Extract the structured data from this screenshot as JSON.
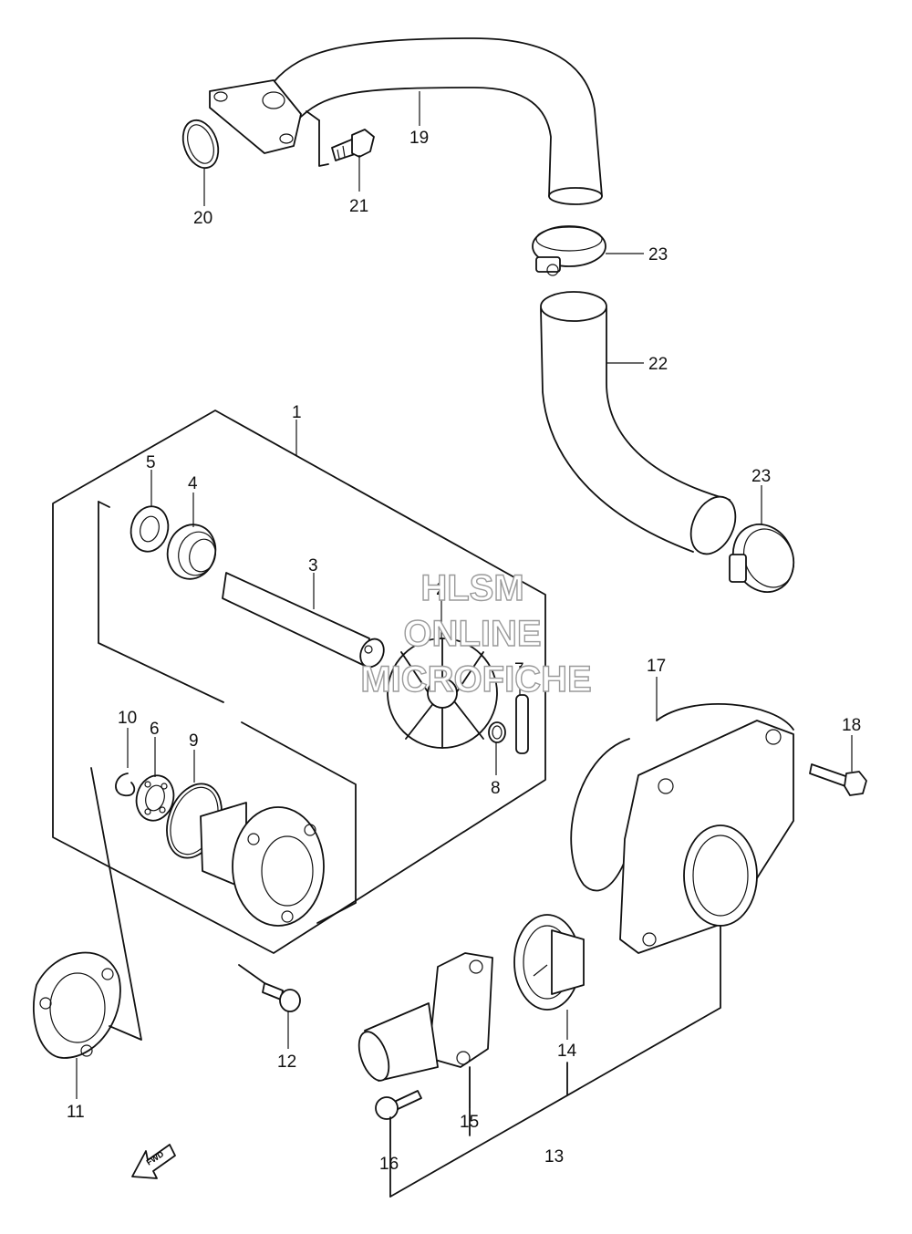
{
  "diagram": {
    "callouts": {
      "p1": "1",
      "p2": "2",
      "p3": "3",
      "p4": "4",
      "p5": "5",
      "p6": "6",
      "p7": "7",
      "p8": "8",
      "p9": "9",
      "p10": "10",
      "p11": "11",
      "p12": "12",
      "p13": "13",
      "p14": "14",
      "p15": "15",
      "p16": "16",
      "p17": "17",
      "p18": "18",
      "p19": "19",
      "p20": "20",
      "p21": "21",
      "p22": "22",
      "p23a": "23",
      "p23b": "23"
    },
    "fwd_label": "FWD"
  },
  "watermark": {
    "line1": "HLSM",
    "line2": "ONLINE",
    "line3": "MICROFICHE"
  }
}
